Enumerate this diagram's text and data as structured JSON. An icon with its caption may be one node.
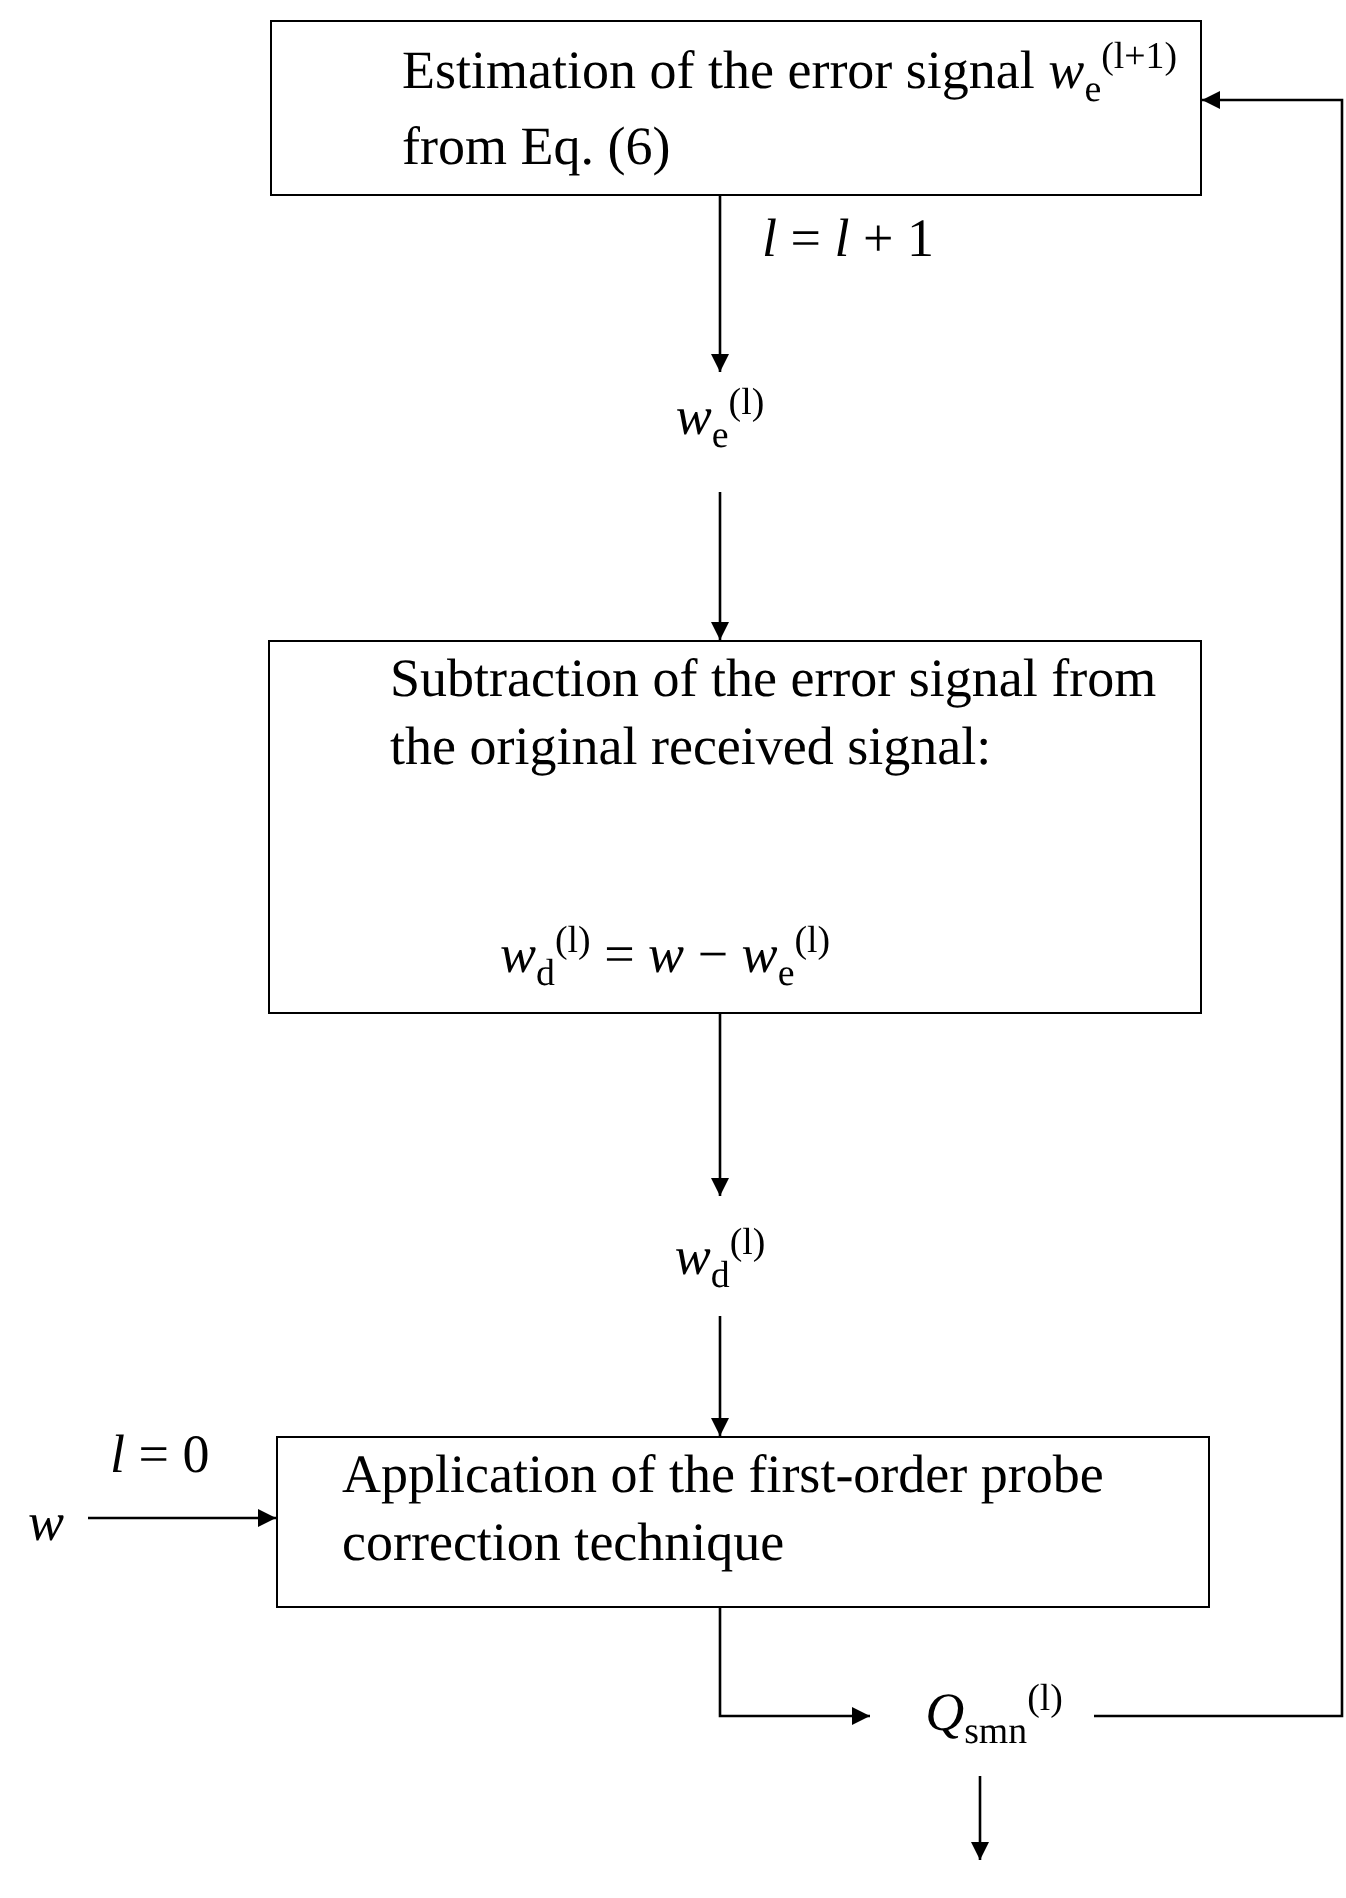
{
  "diagram": {
    "nodes": [
      {
        "text": [
          "Estimation of the error signal *w*$_{e}$$^{(l+1)}$ from Eq. (6)"
        ]
      },
      {
        "text": [
          "*w*$_{e}$$^{(l)}$"
        ]
      },
      {
        "text": [
          "Subtraction of the error signal from the original received signal:",
          "*w*$_{d}$$^{(l)}$ = *w* − *w*$_{e}$$^{(l)}$"
        ]
      },
      {
        "text": [
          "*w*$_{d}$$^{(l)}$"
        ]
      },
      {
        "text": [
          "*w*"
        ]
      },
      {
        "text": [
          "Application of the first-order probe correction technique"
        ]
      },
      {
        "text": [
          "*Q*$_{smn}$$^{(l)}$"
        ]
      }
    ],
    "edges": [
      {
        "from": 0,
        "to": 1,
        "arrow": "to",
        "label": "*l* = *l* + 1"
      },
      {
        "from": 1,
        "to": 2,
        "arrow": "to"
      },
      {
        "from": 2,
        "to": 3,
        "arrow": "to"
      },
      {
        "from": 3,
        "to": 5,
        "arrow": "to"
      },
      {
        "from": 4,
        "to": 5,
        "arrow": "to",
        "label": "*l* = 0"
      },
      {
        "from": 5,
        "to": 6,
        "arrow": "to"
      },
      {
        "from": 6,
        "to": 0,
        "arrow": "to"
      },
      {
        "from": 6,
        "to": null,
        "arrow": "to"
      }
    ]
  }
}
